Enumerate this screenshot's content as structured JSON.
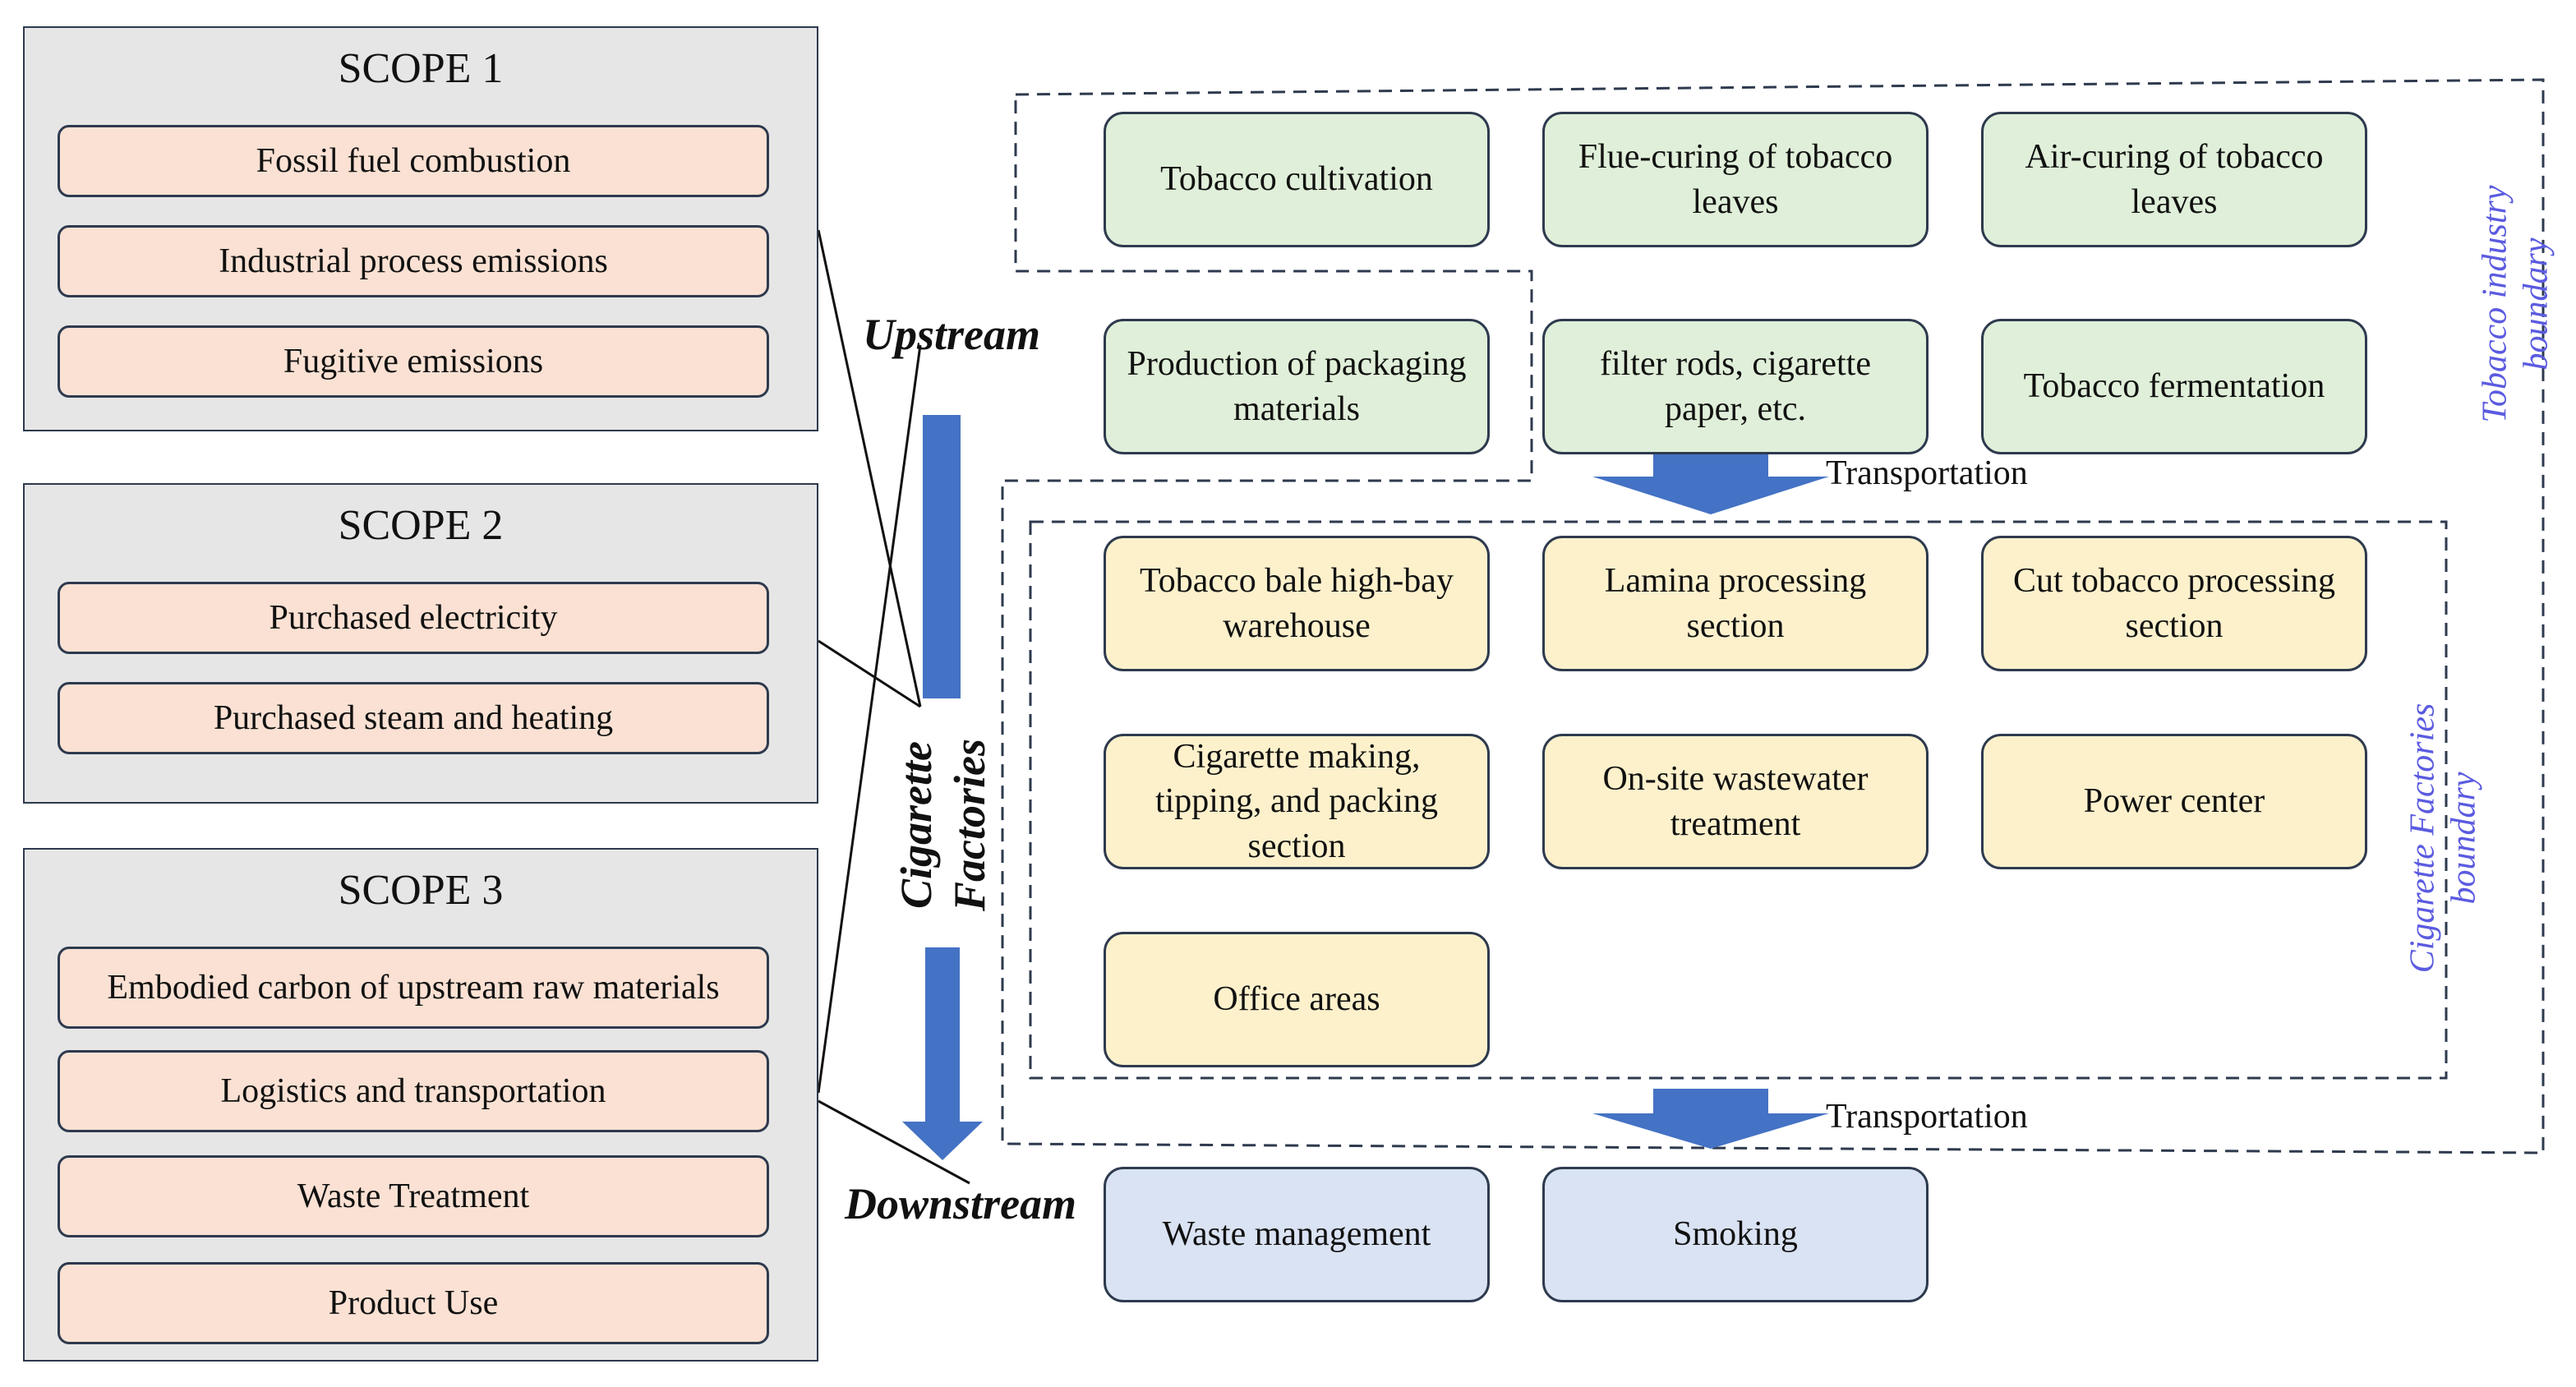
{
  "scopes": [
    {
      "title": "SCOPE 1",
      "items": [
        "Fossil fuel combustion",
        "Industrial process emissions",
        "Fugitive emissions"
      ]
    },
    {
      "title": "SCOPE 2",
      "items": [
        "Purchased electricity",
        "Purchased steam and heating"
      ]
    },
    {
      "title": "SCOPE 3",
      "items": [
        "Embodied carbon of upstream raw materials",
        "Logistics and transportation",
        "Waste Treatment",
        "Product Use"
      ]
    }
  ],
  "flow": {
    "upstream": "Upstream",
    "downstream": "Downstream",
    "factories_line1": "Cigarette",
    "factories_line2": "Factories",
    "transportation_1": "Transportation",
    "transportation_2": "Transportation"
  },
  "boundaries": {
    "tobacco_industry_line1": "Tobacco industry",
    "tobacco_industry_line2": "boundary",
    "cigarette_factories_line1": "Cigarette Factories",
    "cigarette_factories_line2": "boundary"
  },
  "upstream_boxes": [
    "Tobacco cultivation",
    "Flue-curing of tobacco leaves",
    "Air-curing of tobacco leaves",
    "Production of packaging materials",
    "filter rods, cigarette paper, etc.",
    "Tobacco fermentation"
  ],
  "factory_boxes": [
    "Tobacco bale high-bay warehouse",
    "Lamina processing section",
    "Cut tobacco processing section",
    "Cigarette making, tipping, and packing section",
    "On-site wastewater treatment",
    "Power center",
    "Office areas"
  ],
  "downstream_boxes": [
    "Waste management",
    "Smoking"
  ],
  "colors": {
    "scope_panel": "#e6e6e6",
    "scope_item": "#fae1d3",
    "upstream_box": "#e0efd9",
    "factory_box": "#fdf1cc",
    "downstream_box": "#dae3f3",
    "arrow": "#4472c4",
    "boundary_text": "#5b5be0",
    "border": "#2e3a4e"
  }
}
